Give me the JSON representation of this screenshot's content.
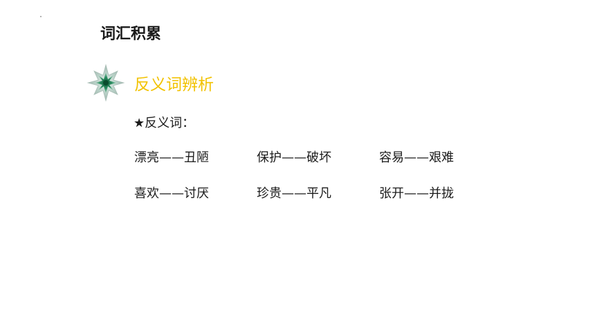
{
  "page": {
    "title": "词汇积累"
  },
  "section": {
    "title": "反义词辨析",
    "icon": "star-burst-icon",
    "icon_color": "#1e7a4f",
    "title_color": "#f2c200"
  },
  "subheading": "★反义词：",
  "word_rows": [
    [
      "漂亮——丑陋",
      "保护——破坏",
      "容易——艰难"
    ],
    [
      "喜欢——讨厌",
      "珍贵——平凡",
      "张开——并拢"
    ]
  ]
}
